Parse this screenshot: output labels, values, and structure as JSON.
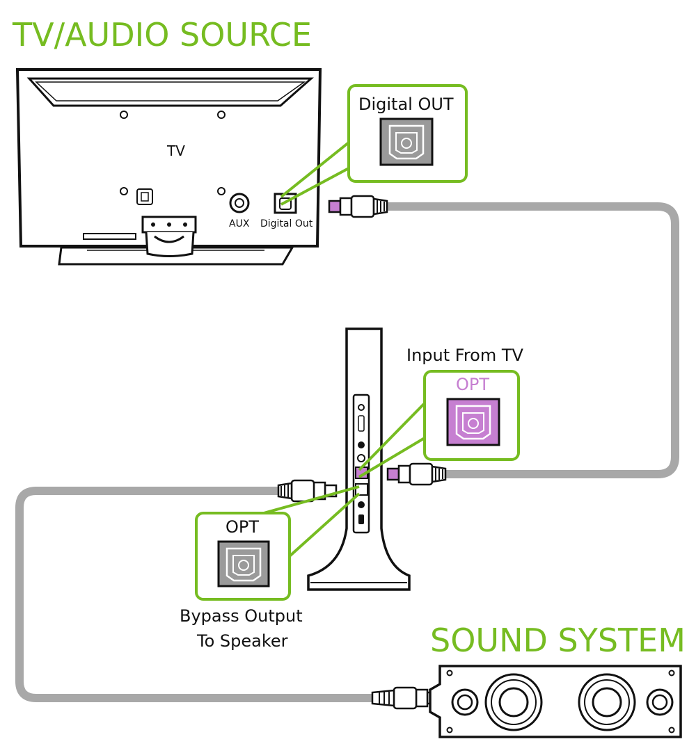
{
  "titles": {
    "source": "TV/AUDIO SOURCE",
    "sound": "SOUND SYSTEM"
  },
  "tv": {
    "label": "TV",
    "aux": "AUX",
    "digital_out": "Digital Out"
  },
  "callouts": {
    "digital_out": "Digital OUT",
    "input_from_tv": "Input From TV",
    "opt_in": "OPT",
    "opt_out": "OPT",
    "bypass_line1": "Bypass Output",
    "bypass_line2": "To Speaker"
  },
  "colors": {
    "accent": "#76bc21",
    "cable": "#a8a8a8",
    "optical_in": "#c67fd1",
    "port_gray": "#9a9a9a"
  }
}
